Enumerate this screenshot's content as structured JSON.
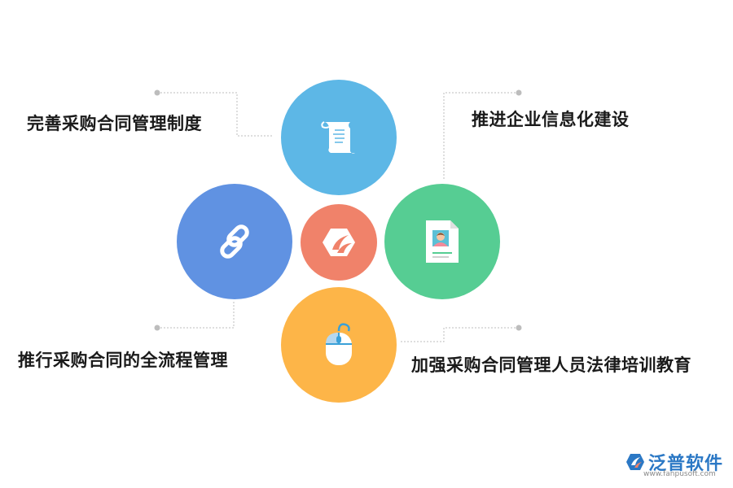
{
  "items": [
    {
      "label": "完善采购合同管理制度",
      "icon": "scroll-icon",
      "color": "#5db7e6"
    },
    {
      "label": "推进企业信息化建设",
      "icon": "id-card-icon",
      "color": "#56cd93"
    },
    {
      "label": "推行采购合同的全流程管理",
      "icon": "link-icon",
      "color": "#6092e2"
    },
    {
      "label": "加强采购合同管理人员法律培训教育",
      "icon": "mouse-icon",
      "color": "#fdb548"
    }
  ],
  "center": {
    "icon": "brand-logo-icon",
    "color": "#f0826a"
  },
  "brand": {
    "name": "泛普软件",
    "url": "www.fanpusoft.com"
  }
}
